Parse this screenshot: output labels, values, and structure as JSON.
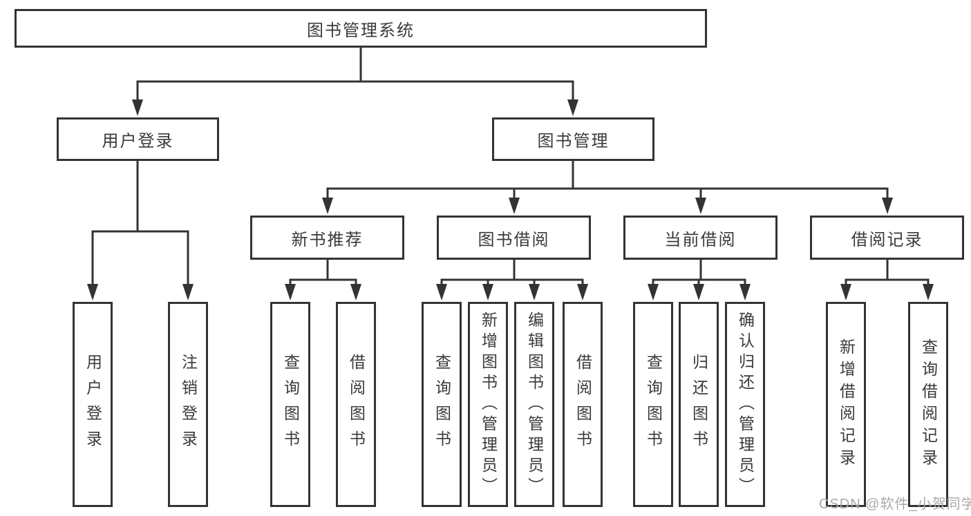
{
  "diagram": {
    "root": {
      "label": "图书管理系统"
    },
    "level2": [
      {
        "label": "用户登录"
      },
      {
        "label": "图书管理"
      }
    ],
    "level3": [
      {
        "label": "新书推荐"
      },
      {
        "label": "图书借阅"
      },
      {
        "label": "当前借阅"
      },
      {
        "label": "借阅记录"
      }
    ],
    "leaves": {
      "user_login": [
        "用户登录",
        "注销登录"
      ],
      "new_books": [
        "查询图书",
        "借阅图书"
      ],
      "borrow": [
        "查询图书",
        "新增图书（管理员）",
        "编辑图书（管理员）",
        "借阅图书"
      ],
      "current": [
        "查询图书",
        "归还图书",
        "确认归还（管理员）"
      ],
      "records": [
        "新增借阅记录",
        "查询借阅记录"
      ]
    },
    "line_color": "#333333"
  },
  "watermark": {
    "text": "CSDN @软件_小贺同学"
  }
}
